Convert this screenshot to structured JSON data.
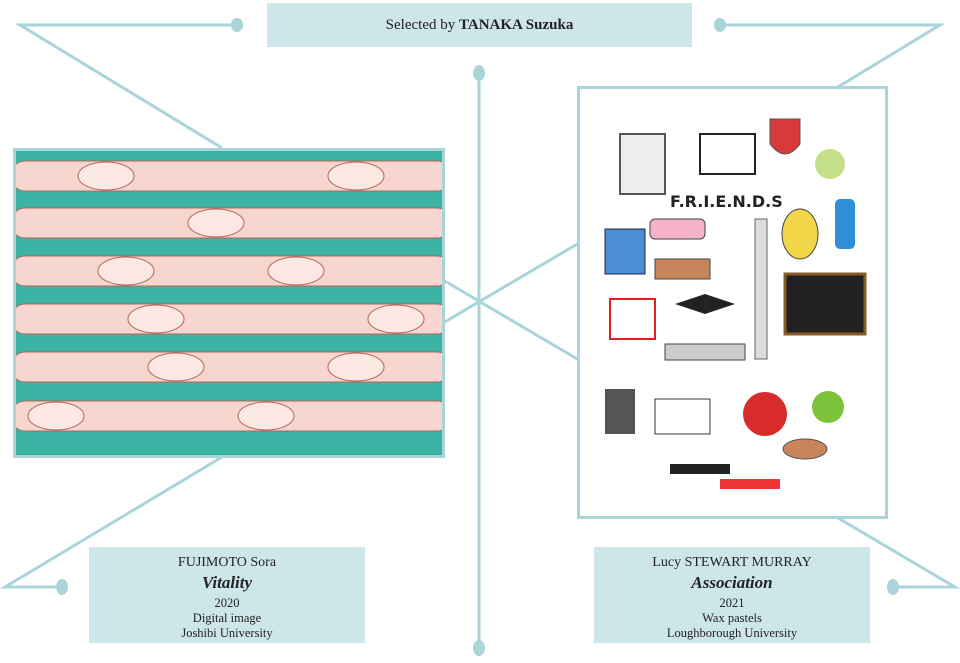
{
  "header": {
    "prefix": "Selected by ",
    "curator": "TANAKA Suzuka"
  },
  "works": [
    {
      "artist": "FUJIMOTO Sora",
      "title": "Vitality",
      "year": "2020",
      "medium": "Digital image",
      "school": "Joshibi University"
    },
    {
      "artist": "Lucy STEWART MURRAY",
      "title": "Association",
      "year": "2021",
      "medium": "Wax pastels",
      "school": "Loughborough University"
    }
  ],
  "colors": {
    "accent": "#a8d4da",
    "box": "#cde6ea",
    "teal": "#3bb3a3",
    "skin": "#f6d6cf"
  }
}
